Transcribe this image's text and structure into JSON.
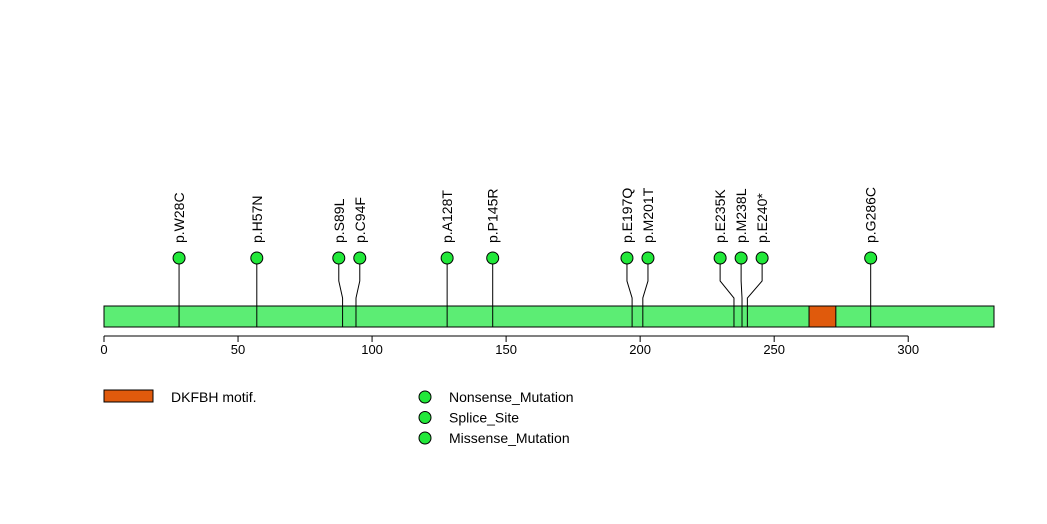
{
  "chart_data": {
    "type": "lollipop",
    "title": "",
    "xlabel": "",
    "ylabel": "",
    "protein_length": 332,
    "xlim": [
      0,
      332
    ],
    "x_ticks": [
      0,
      50,
      100,
      150,
      200,
      250,
      300
    ],
    "backbone_color": "#5ced74",
    "domains": [
      {
        "name": "DKFBH motif.",
        "start": 263,
        "end": 273,
        "color": "#e05a0c"
      }
    ],
    "mutations": [
      {
        "label": "p.W28C",
        "position": 28,
        "color": "#22e83a"
      },
      {
        "label": "p.H57N",
        "position": 57,
        "color": "#22e83a"
      },
      {
        "label": "p.S89L",
        "position": 89,
        "color": "#22e83a"
      },
      {
        "label": "p.C94F",
        "position": 94,
        "color": "#22e83a"
      },
      {
        "label": "p.A128T",
        "position": 128,
        "color": "#22e83a"
      },
      {
        "label": "p.P145R",
        "position": 145,
        "color": "#22e83a"
      },
      {
        "label": "p.E197Q",
        "position": 197,
        "color": "#22e83a"
      },
      {
        "label": "p.M201T",
        "position": 201,
        "color": "#22e83a"
      },
      {
        "label": "p.E235K",
        "position": 235,
        "color": "#22e83a"
      },
      {
        "label": "p.M238L",
        "position": 238,
        "color": "#22e83a"
      },
      {
        "label": "p.E240*",
        "position": 240,
        "color": "#22e83a"
      },
      {
        "label": "p.G286C",
        "position": 286,
        "color": "#22e83a"
      }
    ],
    "legend": {
      "domains": [
        {
          "name": "DKFBH motif.",
          "color": "#e05a0c"
        }
      ],
      "mutation_types": [
        {
          "name": "Nonsense_Mutation",
          "color": "#22e83a"
        },
        {
          "name": "Splice_Site",
          "color": "#22e83a"
        },
        {
          "name": "Missense_Mutation",
          "color": "#22e83a"
        }
      ]
    }
  }
}
